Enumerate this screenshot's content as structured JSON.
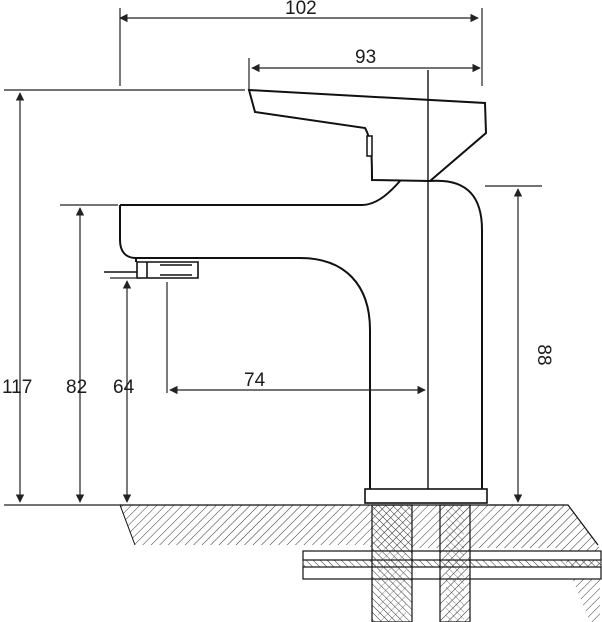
{
  "dimensions": {
    "overall_width": "102",
    "handle_width": "93",
    "overall_height": "117",
    "spout_top_height": "82",
    "outlet_height": "64",
    "spout_reach": "74",
    "body_height": "88"
  }
}
